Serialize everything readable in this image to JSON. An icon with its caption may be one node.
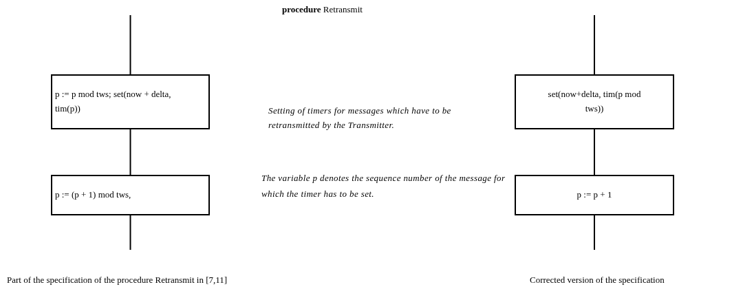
{
  "diagram": {
    "title": "**procedure** Retransmit",
    "nodes": [
      {
        "text": [
          "p := p mod tws; set(now + delta, tim(p))"
        ]
      },
      {
        "text": [
          "p := (p + 1) mod tws,"
        ]
      },
      {
        "text": [
          "set(now+delta, tim(p mod tws))"
        ]
      },
      {
        "text": [
          "p := p + 1"
        ]
      }
    ],
    "edges": [
      {
        "from": null,
        "to": 0,
        "arrow": "none"
      },
      {
        "from": 0,
        "to": 1,
        "arrow": "none"
      },
      {
        "from": 1,
        "to": null,
        "arrow": "none"
      },
      {
        "from": null,
        "to": 2,
        "arrow": "none"
      },
      {
        "from": 2,
        "to": 3,
        "arrow": "none"
      },
      {
        "from": 3,
        "to": null,
        "arrow": "none"
      }
    ],
    "labels": [
      "Setting of timers for messages which have to be retransmitted by the Transmitter.",
      "The variable p denotes the sequence number of the message for which the timer has to be set.",
      "Part of the specification of the procedure Retransmit in [7,11]",
      "Corrected version of the specification"
    ]
  }
}
